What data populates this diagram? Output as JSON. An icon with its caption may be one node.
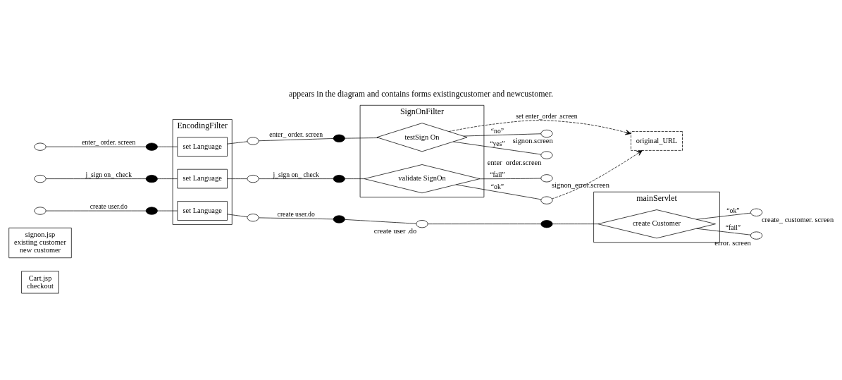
{
  "diagram": {
    "title": "appears in the diagram and contains forms existingcustomer and newcustomer.",
    "nodes": [
      {
        "text": [
          "Cart.jsp",
          "checkout"
        ]
      },
      {
        "text": [
          "signon.jsp",
          "existing customer",
          "new customer"
        ]
      },
      {
        "text": [
          "EncodingFilter"
        ]
      },
      {
        "text": [
          "set Language"
        ],
        "in": 2
      },
      {
        "text": [
          "set Language"
        ],
        "in": 2
      },
      {
        "text": [
          "set Language"
        ],
        "in": 2
      },
      {
        "text": [
          "SignOnFilter"
        ]
      },
      {
        "text": [
          "testSign On"
        ],
        "in": 6
      },
      {
        "text": [
          "validate SignOn"
        ],
        "in": 6
      },
      {
        "text": [
          "mainServlet"
        ]
      },
      {
        "text": [
          "create Customer"
        ],
        "in": 9
      },
      {
        "text": [
          "original_URL"
        ]
      },
      {
        "text": [],
        "shape": "circle"
      },
      {
        "text": [],
        "shape": "circle"
      },
      {
        "text": [],
        "shape": "circle"
      },
      {
        "text": [],
        "shape": "dot"
      },
      {
        "text": [],
        "shape": "dot"
      },
      {
        "text": [],
        "shape": "dot"
      },
      {
        "text": [],
        "shape": "circle"
      },
      {
        "text": [],
        "shape": "circle"
      },
      {
        "text": [],
        "shape": "circle"
      },
      {
        "text": [],
        "shape": "dot"
      },
      {
        "text": [],
        "shape": "dot"
      },
      {
        "text": [],
        "shape": "dot"
      },
      {
        "text": [],
        "shape": "circle",
        "beside": [
          "signon.screen"
        ]
      },
      {
        "text": [],
        "shape": "circle",
        "beside": [
          "enter  order.screen"
        ]
      },
      {
        "text": [],
        "shape": "circle",
        "beside": [
          "signon_error.screen"
        ]
      },
      {
        "text": [],
        "shape": "circle"
      },
      {
        "text": [],
        "shape": "circle",
        "beside": [
          "create user .do"
        ]
      },
      {
        "text": [],
        "shape": "dot"
      },
      {
        "text": [],
        "shape": "circle",
        "beside": [
          "create_ customer. screen"
        ]
      },
      {
        "text": [],
        "shape": "circle",
        "beside": [
          "error. screen"
        ]
      }
    ],
    "edges": [
      {
        "from": 12,
        "to": 15,
        "arrow": "none",
        "label": "enter_ order. screen"
      },
      {
        "from": 15,
        "to": 3,
        "arrow": "none"
      },
      {
        "from": 3,
        "to": 18,
        "arrow": "none"
      },
      {
        "from": 18,
        "to": 21,
        "arrow": "none",
        "label": "enter_ order. screen"
      },
      {
        "from": 21,
        "to": 7,
        "arrow": "none"
      },
      {
        "from": 7,
        "to": 24,
        "arrow": "none",
        "label": "“no”"
      },
      {
        "from": 7,
        "to": 25,
        "arrow": "none",
        "label": "“yes”"
      },
      {
        "from": 13,
        "to": 16,
        "arrow": "none",
        "label": "j_sign on_ check"
      },
      {
        "from": 16,
        "to": 4,
        "arrow": "none"
      },
      {
        "from": 4,
        "to": 19,
        "arrow": "none"
      },
      {
        "from": 19,
        "to": 22,
        "arrow": "none",
        "label": "j_sign on_ check"
      },
      {
        "from": 22,
        "to": 8,
        "arrow": "none"
      },
      {
        "from": 8,
        "to": 26,
        "arrow": "none",
        "label": "“fail”"
      },
      {
        "from": 8,
        "to": 27,
        "arrow": "none",
        "label": "“ok”"
      },
      {
        "from": 14,
        "to": 17,
        "arrow": "none",
        "label": "create user.do"
      },
      {
        "from": 17,
        "to": 5,
        "arrow": "none"
      },
      {
        "from": 5,
        "to": 20,
        "arrow": "none"
      },
      {
        "from": 20,
        "to": 23,
        "arrow": "none",
        "label": "create user.do"
      },
      {
        "from": 23,
        "to": 28,
        "arrow": "none"
      },
      {
        "from": 28,
        "to": 29,
        "arrow": "none"
      },
      {
        "from": 29,
        "to": 10,
        "arrow": "none"
      },
      {
        "from": 10,
        "to": 30,
        "arrow": "none",
        "label": "“ok”"
      },
      {
        "from": 10,
        "to": 31,
        "arrow": "none",
        "label": "“fail”"
      },
      {
        "from": 7,
        "to": 11,
        "arrow": "to",
        "style": "dashed",
        "label": "set enter_order .screen"
      },
      {
        "from": 27,
        "to": 11,
        "arrow": "to",
        "style": "dashed"
      }
    ]
  }
}
